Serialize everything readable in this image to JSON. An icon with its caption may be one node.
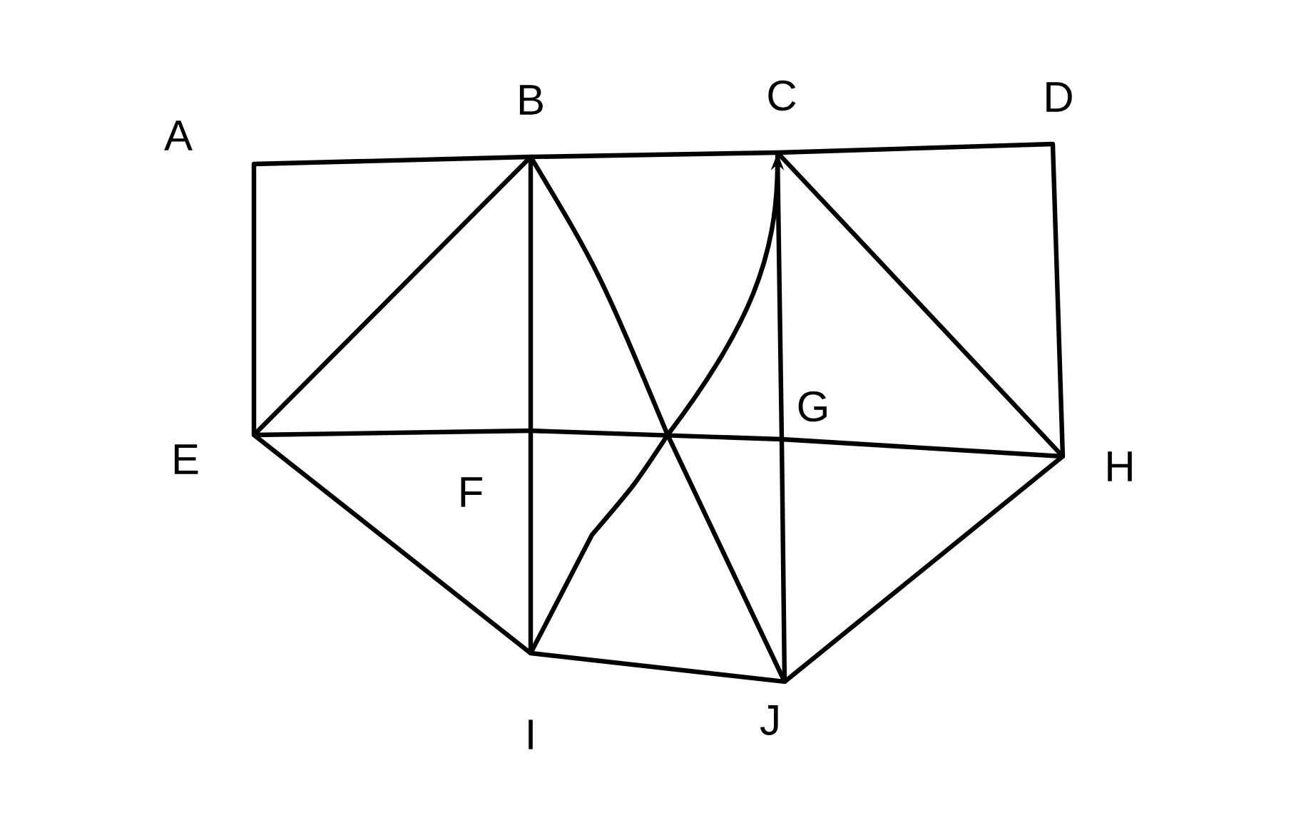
{
  "diagram": {
    "nodes": [
      {
        "text": [
          "A"
        ]
      },
      {
        "text": [
          "B"
        ]
      },
      {
        "text": [
          "C"
        ]
      },
      {
        "text": [
          "D"
        ]
      },
      {
        "text": [
          "E"
        ]
      },
      {
        "text": [
          "F"
        ]
      },
      {
        "text": [
          "G"
        ]
      },
      {
        "text": [
          "H"
        ]
      },
      {
        "text": [
          "I"
        ]
      },
      {
        "text": [
          "J"
        ]
      }
    ],
    "edges": [
      {
        "from": 0,
        "to": 1,
        "arrow": "none"
      },
      {
        "from": 1,
        "to": 2,
        "arrow": "none"
      },
      {
        "from": 2,
        "to": 3,
        "arrow": "none"
      },
      {
        "from": 0,
        "to": 4,
        "arrow": "none"
      },
      {
        "from": 3,
        "to": 7,
        "arrow": "none"
      },
      {
        "from": 1,
        "to": 4,
        "arrow": "none"
      },
      {
        "from": 4,
        "to": 5,
        "arrow": "none"
      },
      {
        "from": 5,
        "to": 6,
        "arrow": "none"
      },
      {
        "from": 6,
        "to": 7,
        "arrow": "none"
      },
      {
        "from": 1,
        "to": 5,
        "arrow": "none"
      },
      {
        "from": 5,
        "to": 8,
        "arrow": "none"
      },
      {
        "from": 1,
        "to": 9,
        "arrow": "none"
      },
      {
        "from": 8,
        "to": 2,
        "arrow": "to"
      },
      {
        "from": 2,
        "to": 6,
        "arrow": "none"
      },
      {
        "from": 6,
        "to": 9,
        "arrow": "none"
      },
      {
        "from": 2,
        "to": 7,
        "arrow": "none"
      },
      {
        "from": 4,
        "to": 8,
        "arrow": "none"
      },
      {
        "from": 8,
        "to": 9,
        "arrow": "none"
      },
      {
        "from": 9,
        "to": 7,
        "arrow": "none"
      }
    ]
  }
}
